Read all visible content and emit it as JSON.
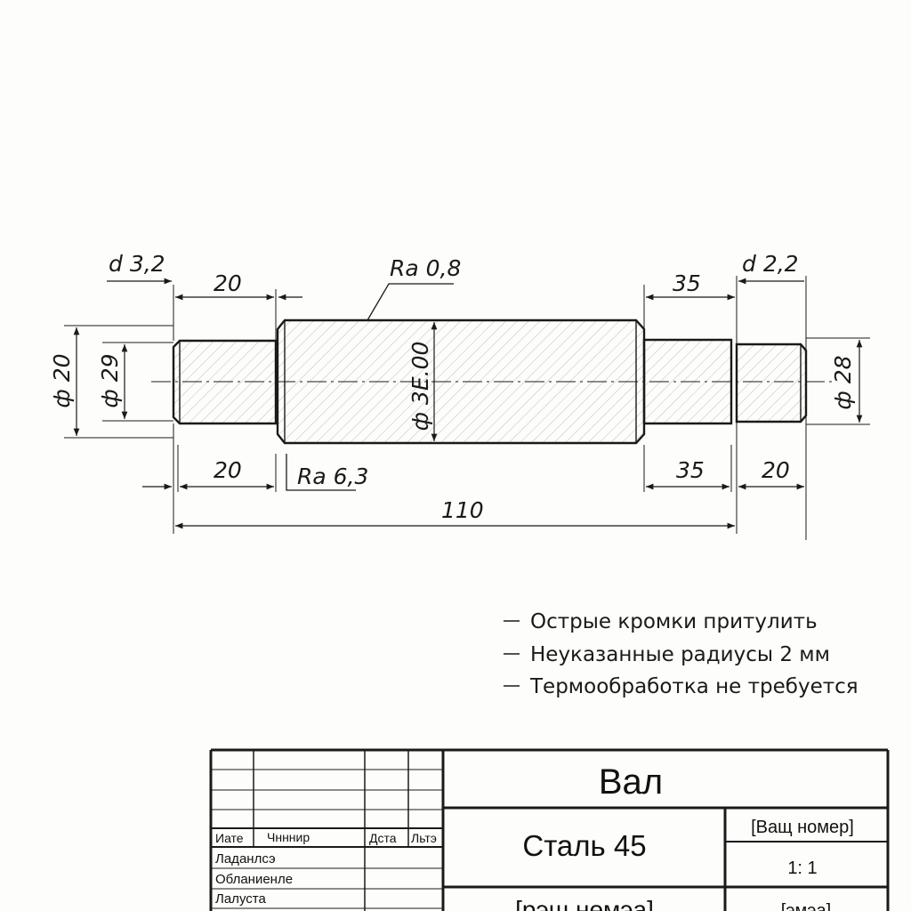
{
  "drawing": {
    "chamfer_left": "d 3,2",
    "chamfer_right": "d 2,2",
    "surface_top": "Ra 0,8",
    "surface_bottom": "Ra 6,3",
    "dims": {
      "left_top_len": "20",
      "right_top_len": "35",
      "left_bottom_len": "20",
      "right_bottom_len_a": "35",
      "right_bottom_len_b": "20",
      "overall_len": "110"
    },
    "diameters": {
      "outer_left": "ф 20",
      "inner_left": "ф 29",
      "center": "ф 3Е.00",
      "right": "ф 28"
    }
  },
  "notes": [
    "Острые кромки притулить",
    "Неуказанные радиусы 2 мм",
    "Термообработка не требуется"
  ],
  "title_block": {
    "part_name": "Вал",
    "material": "Сталь 45",
    "doc_number": "[Ващ номер]",
    "scale": "1: 1",
    "bottom_left": "[рэш нөмэа]",
    "bottom_right": "[эмэа]",
    "header": {
      "col1": "Иате",
      "col2": "Чнннир",
      "col3": "Дста",
      "col4": "Льтэ"
    },
    "rows": [
      "Ладанлсэ",
      "Обланиенле",
      "Лалуста"
    ]
  }
}
